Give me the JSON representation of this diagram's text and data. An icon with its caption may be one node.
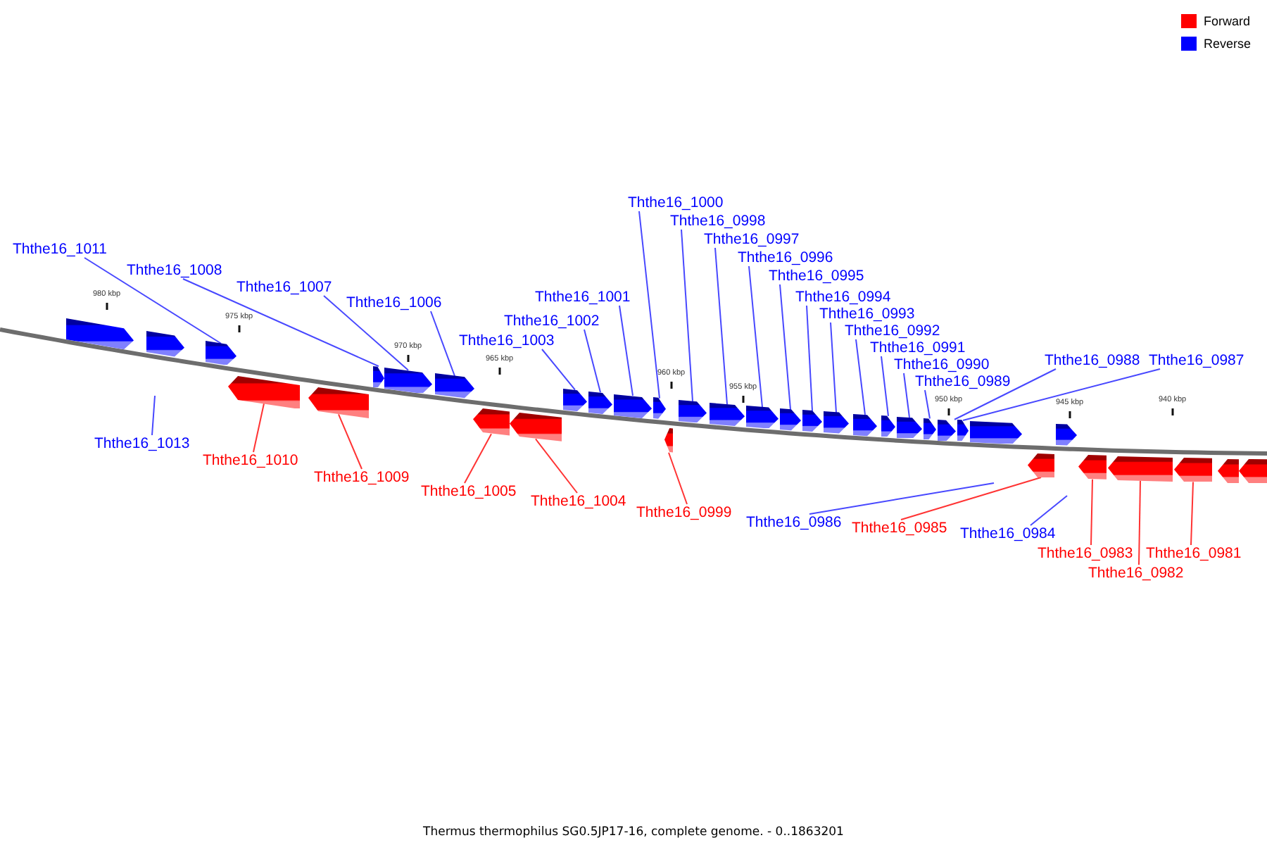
{
  "diagram": {
    "caption": "Thermus thermophilus SG0.5JP17-16, complete genome. - 0..1863201",
    "nodes": [
      {
        "text": [],
        "shape": "bar"
      },
      {
        "text": [],
        "shape": "bar"
      },
      {
        "text": [],
        "shape": "bar"
      },
      {
        "text": [],
        "shape": "bar"
      },
      {
        "text": [],
        "shape": "bar"
      },
      {
        "text": [],
        "shape": "bar"
      },
      {
        "text": [],
        "shape": "bar"
      },
      {
        "text": [],
        "shape": "bar"
      },
      {
        "text": [],
        "shape": "bar"
      },
      {
        "text": [],
        "shape": "bar"
      },
      {
        "text": [],
        "shape": "bar"
      },
      {
        "text": [],
        "shape": "bar"
      },
      {
        "text": [],
        "shape": "bar"
      },
      {
        "text": [],
        "shape": "bar"
      },
      {
        "text": [],
        "shape": "bar"
      },
      {
        "text": [],
        "shape": "bar"
      },
      {
        "text": [],
        "shape": "bar"
      },
      {
        "text": [],
        "shape": "bar"
      },
      {
        "text": [],
        "shape": "bar"
      },
      {
        "text": [],
        "shape": "bar"
      },
      {
        "text": [],
        "shape": "bar"
      },
      {
        "text": [],
        "shape": "bar"
      },
      {
        "text": [],
        "shape": "bar"
      },
      {
        "text": [],
        "shape": "bar"
      },
      {
        "text": [],
        "shape": "bar"
      },
      {
        "text": [],
        "shape": "bar"
      },
      {
        "text": [],
        "shape": "bar"
      },
      {
        "text": [],
        "shape": "bar"
      },
      {
        "text": [],
        "shape": "bar"
      },
      {
        "text": [],
        "shape": "bar"
      },
      {
        "text": [],
        "shape": "bar"
      },
      {
        "text": [],
        "shape": "bar"
      },
      {
        "text": [],
        "shape": "bar"
      },
      {
        "text": [],
        "shape": "bar"
      },
      {
        "text": [],
        "shape": "bar"
      },
      {
        "text": [
          "Ththe16_1011"
        ]
      },
      {
        "text": [
          "Ththe16_1008"
        ]
      },
      {
        "text": [
          "Ththe16_1007"
        ]
      },
      {
        "text": [
          "Ththe16_1006"
        ]
      },
      {
        "text": [
          "Ththe16_1003"
        ]
      },
      {
        "text": [
          "Ththe16_1002"
        ]
      },
      {
        "text": [
          "Ththe16_1001"
        ]
      },
      {
        "text": [
          "Ththe16_1000"
        ]
      },
      {
        "text": [
          "Ththe16_0998"
        ]
      },
      {
        "text": [
          "Ththe16_0997"
        ]
      },
      {
        "text": [
          "Ththe16_0996"
        ]
      },
      {
        "text": [
          "Ththe16_0995"
        ]
      },
      {
        "text": [
          "Ththe16_0994"
        ]
      },
      {
        "text": [
          "Ththe16_0993"
        ]
      },
      {
        "text": [
          "Ththe16_0992"
        ]
      },
      {
        "text": [
          "Ththe16_0991"
        ]
      },
      {
        "text": [
          "Ththe16_0990"
        ]
      },
      {
        "text": [
          "Ththe16_0989"
        ]
      },
      {
        "text": [
          "Ththe16_0988"
        ]
      },
      {
        "text": [
          "Ththe16_0987"
        ]
      },
      {
        "text": [
          "Ththe16_1013"
        ]
      },
      {
        "text": [
          "Ththe16_1010"
        ]
      },
      {
        "text": [
          "Ththe16_1009"
        ]
      },
      {
        "text": [
          "Ththe16_1005"
        ]
      },
      {
        "text": [
          "Ththe16_1004"
        ]
      },
      {
        "text": [
          "Ththe16_0999"
        ]
      },
      {
        "text": [
          "Ththe16_0986"
        ]
      },
      {
        "text": [
          "Ththe16_0985"
        ]
      },
      {
        "text": [
          "Ththe16_0984"
        ]
      },
      {
        "text": [
          "Ththe16_0983"
        ]
      },
      {
        "text": [
          "Ththe16_0982"
        ]
      },
      {
        "text": [
          "Ththe16_0981"
        ]
      }
    ],
    "edges": [
      {
        "from": 35,
        "to": 2,
        "arrow": "none"
      },
      {
        "from": 36,
        "to": 5,
        "arrow": "none"
      },
      {
        "from": 37,
        "to": 6,
        "arrow": "none"
      },
      {
        "from": 38,
        "to": 7,
        "arrow": "none"
      },
      {
        "from": 39,
        "to": 10,
        "arrow": "none"
      },
      {
        "from": 40,
        "to": 11,
        "arrow": "none"
      },
      {
        "from": 41,
        "to": 12,
        "arrow": "none"
      },
      {
        "from": 42,
        "to": 13,
        "arrow": "none"
      },
      {
        "from": 43,
        "to": 15,
        "arrow": "none"
      },
      {
        "from": 44,
        "to": 16,
        "arrow": "none"
      },
      {
        "from": 45,
        "to": 17,
        "arrow": "none"
      },
      {
        "from": 46,
        "to": 18,
        "arrow": "none"
      },
      {
        "from": 47,
        "to": 19,
        "arrow": "none"
      },
      {
        "from": 48,
        "to": 20,
        "arrow": "none"
      },
      {
        "from": 49,
        "to": 21,
        "arrow": "none"
      },
      {
        "from": 50,
        "to": 22,
        "arrow": "none"
      },
      {
        "from": 51,
        "to": 23,
        "arrow": "none"
      },
      {
        "from": 52,
        "to": 24,
        "arrow": "none"
      },
      {
        "from": 53,
        "to": 25,
        "arrow": "none"
      },
      {
        "from": 54,
        "to": 26,
        "arrow": "none"
      },
      {
        "from": 55,
        "to": null,
        "arrow": "none"
      },
      {
        "from": 56,
        "to": 3,
        "arrow": "none",
        "color": "#ff3333"
      },
      {
        "from": 57,
        "to": 4,
        "arrow": "none",
        "color": "#ff3333"
      },
      {
        "from": 58,
        "to": 8,
        "arrow": "none",
        "color": "#ff3333"
      },
      {
        "from": 59,
        "to": 9,
        "arrow": "none",
        "color": "#ff3333"
      },
      {
        "from": 60,
        "to": 14,
        "arrow": "none",
        "color": "#ff3333"
      },
      {
        "from": 61,
        "to": null,
        "arrow": "none"
      },
      {
        "from": 62,
        "to": 28,
        "arrow": "none",
        "color": "#ff3333"
      },
      {
        "from": 63,
        "to": null,
        "arrow": "none"
      },
      {
        "from": 64,
        "to": 30,
        "arrow": "none",
        "color": "#ff3333"
      },
      {
        "from": 65,
        "to": 31,
        "arrow": "none",
        "color": "#ff3333"
      },
      {
        "from": 66,
        "to": 32,
        "arrow": "none",
        "color": "#ff3333"
      }
    ],
    "labels": [
      "980 kbp",
      "975 kbp",
      "970 kbp",
      "965 kbp",
      "960 kbp",
      "955 kbp",
      "950 kbp",
      "945 kbp",
      "940 kbp"
    ],
    "legend": [
      {
        "text": "Forward",
        "color": "#ff0000"
      },
      {
        "text": "Reverse",
        "color": "#0000ff"
      }
    ]
  }
}
